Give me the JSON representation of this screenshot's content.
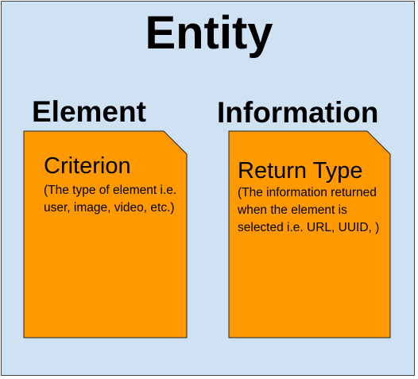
{
  "colors": {
    "background": "#cfe2f3",
    "card_fill": "#ff9900"
  },
  "title": "Entity",
  "element": {
    "heading": "Element",
    "card_title": "Criterion",
    "card_desc": "(The type of element i.e. user, image, video, etc.)"
  },
  "information": {
    "heading": "Information",
    "card_title": "Return Type",
    "card_desc": "(The information returned when the element is selected i.e. URL, UUID, )"
  }
}
